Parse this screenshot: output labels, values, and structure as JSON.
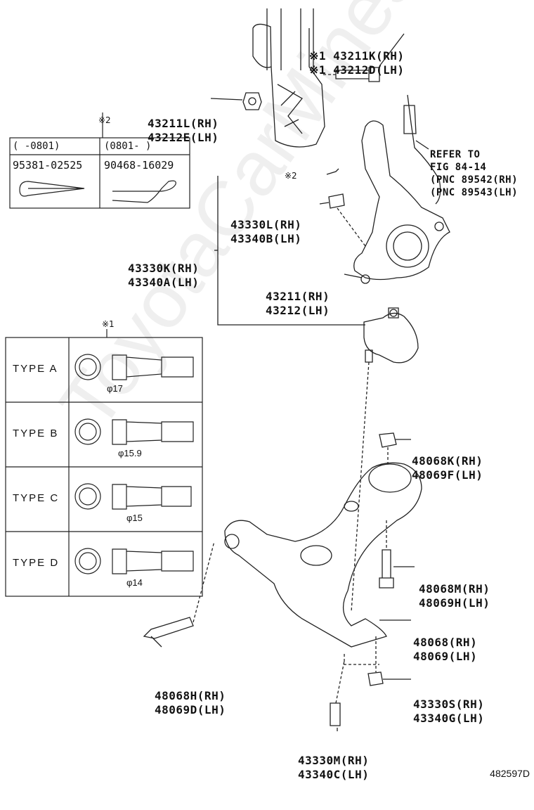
{
  "watermark": "ToyotaCarMines.ru",
  "diagram_code": "482597D",
  "note_marks": {
    "mark1": "※1",
    "mark2": "※2"
  },
  "callouts": {
    "bolt_43211K": [
      "※1 43211K(RH)",
      "※1 43212D(LH)"
    ],
    "nut_43211L": [
      "43211L(RH)",
      "43212E(LH)"
    ],
    "refer": [
      "REFER TO",
      "FIG 84-14",
      "(PNC 89542(RH)",
      "(PNC 89543(LH)"
    ],
    "mark2_top": "※2",
    "nut_43330L": [
      "43330L(RH)",
      "43340B(LH)"
    ],
    "balljoint_43330K": [
      "43330K(RH)",
      "43340A(LH)"
    ],
    "knuckle_43211": [
      "43211(RH)",
      "43212(LH)"
    ],
    "nut_48068K": [
      "48068K(RH)",
      "48069F(LH)"
    ],
    "bolt_48068M": [
      "48068M(RH)",
      "48069H(LH)"
    ],
    "arm_48068": [
      "48068(RH)",
      "48069(LH)"
    ],
    "bolt_48068H": [
      "48068H(RH)",
      "48069D(LH)"
    ],
    "nut_43330S": [
      "43330S(RH)",
      "43340G(LH)"
    ],
    "bolt_43330M": [
      "43330M(RH)",
      "43340C(LH)"
    ]
  },
  "pin_table": {
    "mark": "※2",
    "headers": [
      "(    -0801)",
      "(0801-     )"
    ],
    "parts": [
      "95381-02525",
      "90468-16029"
    ]
  },
  "type_table": {
    "mark": "※1",
    "rows": [
      {
        "type": "TYPE A",
        "diameter": "φ17"
      },
      {
        "type": "TYPE B",
        "diameter": "φ15.9"
      },
      {
        "type": "TYPE C",
        "diameter": "φ15"
      },
      {
        "type": "TYPE D",
        "diameter": "φ14"
      }
    ]
  }
}
